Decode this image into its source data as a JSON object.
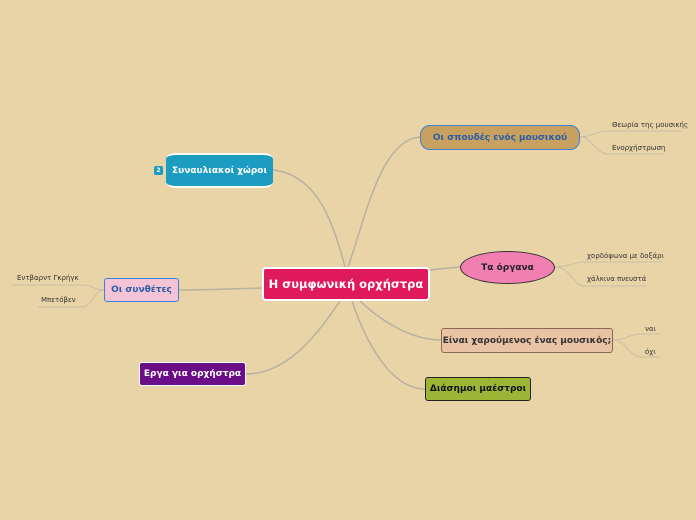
{
  "central": "Η συμφωνική ορχήστρα",
  "branches": {
    "venues": {
      "label": "Συναυλιακοί χώροι",
      "badge": "2"
    },
    "composers": {
      "label": "Οι συνθέτες",
      "children": [
        "Εντβαρντ Γκρήγκ",
        "Μπετόβεν"
      ]
    },
    "works": {
      "label": "Εργα για ορχήστρα"
    },
    "studies": {
      "label": "Οι σπουδές ενός μουσικού",
      "children": [
        "Θεωρία της μουσικής",
        "Ενορχήστρωση"
      ]
    },
    "instruments": {
      "label": "Τα όργανα",
      "children": [
        "χορδόφωνα με δοξάρι",
        "χάλκινα πνευστά"
      ]
    },
    "happy": {
      "label": "Είναι χαρούμενος ένας μουσικός;",
      "children": [
        "ναι",
        "όχι"
      ]
    },
    "maestros": {
      "label": "Διάσημοι μαέστροι"
    }
  },
  "colors": {
    "background": "#e9d4a7",
    "central": "#e0195c",
    "venues": "#1d9cc1",
    "composers": "#f4c4d6",
    "works": "#6a0d86",
    "studies": "#c8a060",
    "instruments": "#f27fb2",
    "happy": "#e9c3a3",
    "maestros": "#9db535"
  }
}
